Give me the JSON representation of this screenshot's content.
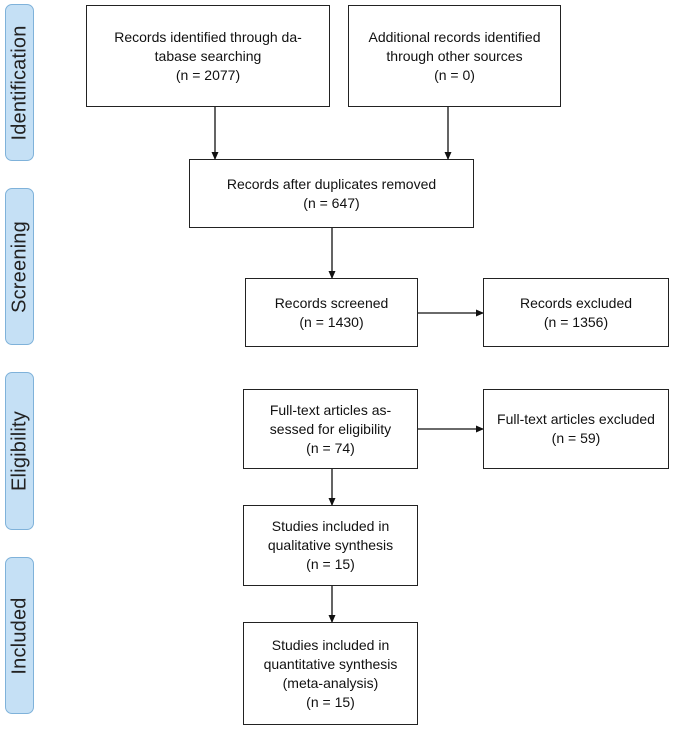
{
  "phases": {
    "identification": "Identification",
    "screening": "Screening",
    "eligibility": "Eligibility",
    "included": "Included"
  },
  "boxes": {
    "database_search": {
      "line1": "Records identified through da-",
      "line2": "tabase searching",
      "line3": "(n = 2077)"
    },
    "other_sources": {
      "line1": "Additional records identified",
      "line2": "through other sources",
      "line3": "(n = 0)"
    },
    "duplicates_removed": {
      "line1": "Records after duplicates removed",
      "line2": "(n = 647)"
    },
    "screened": {
      "line1": "Records screened",
      "line2": "(n = 1430)"
    },
    "excluded": {
      "line1": "Records excluded",
      "line2": "(n = 1356)"
    },
    "fulltext_assessed": {
      "line1": "Full-text articles as-",
      "line2": "sessed for eligibility",
      "line3": "(n = 74)"
    },
    "fulltext_excluded": {
      "line1": "Full-text articles excluded",
      "line2": "(n = 59)"
    },
    "qualitative": {
      "line1": "Studies included in",
      "line2": "qualitative synthesis",
      "line3": "(n = 15)"
    },
    "quantitative": {
      "line1": "Studies included in",
      "line2": "quantitative synthesis",
      "line3": "(meta-analysis)",
      "line4": "(n = 15)"
    }
  }
}
